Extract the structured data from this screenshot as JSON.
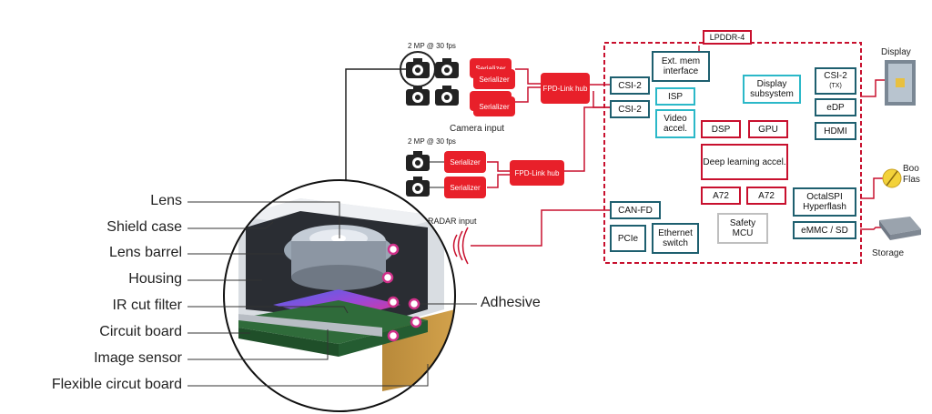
{
  "labels": {
    "lens": "Lens",
    "shield_case": "Shield case",
    "lens_barrel": "Lens barrel",
    "housing": "Housing",
    "ir_cut_filter": "IR cut filter",
    "circuit_board": "Circuit board",
    "image_sensor": "Image sensor",
    "flexible_board": "Flexible circut board",
    "adhesive": "Adhesive"
  },
  "block_diagram": {
    "cam_spec_top": "2 MP @ 30 fps",
    "cam_spec_bottom": "2 MP @ 30 fps",
    "camera_input": "Camera input",
    "radar_input": "RADAR input",
    "serializer": "Serializer",
    "fpd_link_hub": "FPD-Link hub",
    "lpddr": "LPDDR-4",
    "ext_mem": "Ext. mem interface",
    "csi2_a": "CSI-2",
    "csi2_b": "CSI-2",
    "isp": "ISP",
    "video_accel": "Video accel.",
    "dsp": "DSP",
    "gpu": "GPU",
    "display_subsystem": "Display subsystem",
    "deep_learning": "Deep learning accel.",
    "a72_1": "A72",
    "a72_2": "A72",
    "can_fd": "CAN-FD",
    "pcie": "PCIe",
    "ethernet": "Ethernet switch",
    "safety_mcu": "Safety MCU",
    "csi2_tx": "CSI-2",
    "tx": "(TX)",
    "edp": "eDP",
    "hdmi": "HDMI",
    "octal": "OctalSPI Hyperflash",
    "emmc": "eMMC / SD",
    "display": "Display",
    "boot_flash": "Boo Flas",
    "storage": "Storage"
  },
  "colors": {
    "red": "#c8102e",
    "serializer_red": "#e8202a",
    "teal": "#1e5f6f",
    "cyan": "#2bb8c8",
    "pink_marker": "#d0308a"
  }
}
